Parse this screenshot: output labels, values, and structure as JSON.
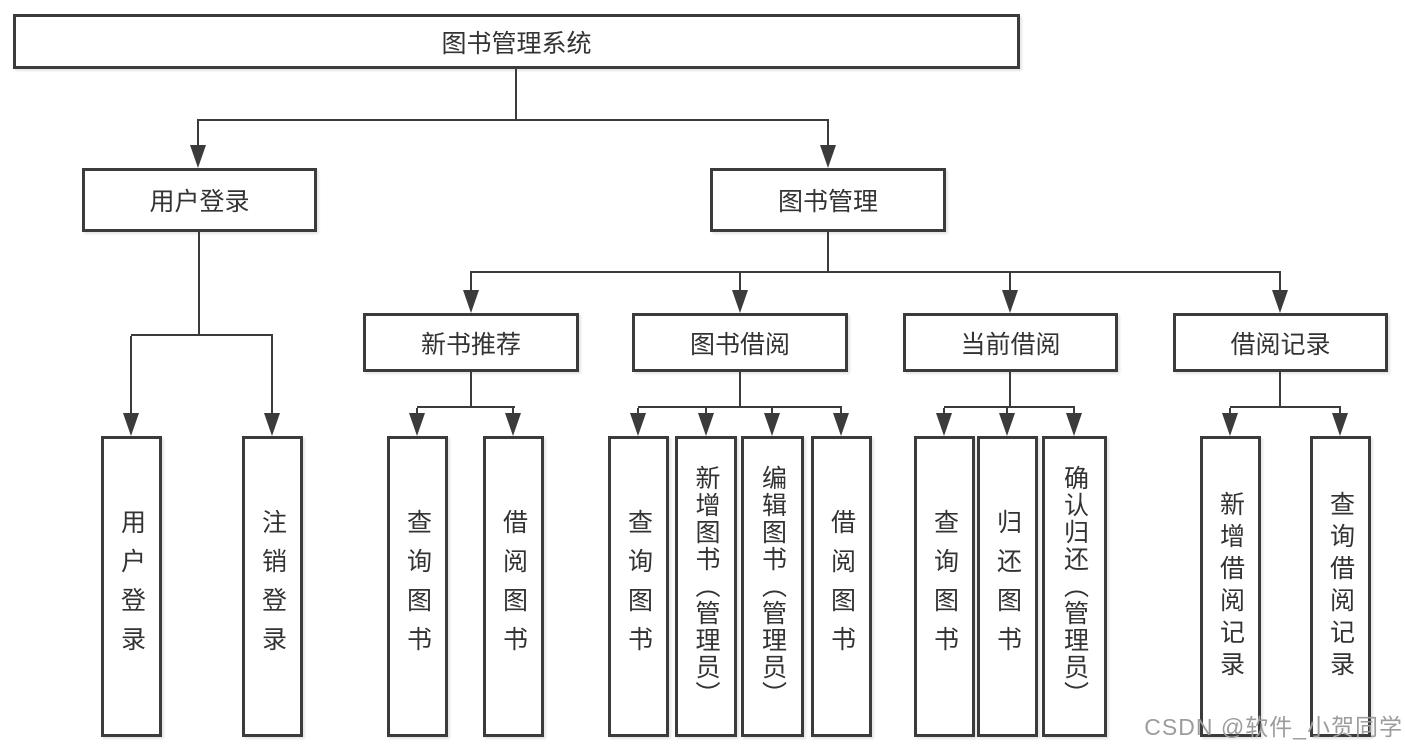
{
  "title": "图书管理系统",
  "tree": {
    "root": "图书管理系统",
    "branches": [
      {
        "label": "用户登录",
        "children": [
          "用户登录",
          "注销登录"
        ]
      },
      {
        "label": "图书管理",
        "sections": [
          {
            "label": "新书推荐",
            "children": [
              "查询图书",
              "借阅图书"
            ]
          },
          {
            "label": "图书借阅",
            "children": [
              "查询图书",
              "新增图书（管理员）",
              "编辑图书（管理员）",
              "借阅图书"
            ]
          },
          {
            "label": "当前借阅",
            "children": [
              "查询图书",
              "归还图书",
              "确认归还（管理员）"
            ]
          },
          {
            "label": "借阅记录",
            "children": [
              "新增借阅记录",
              "查询借阅记录"
            ]
          }
        ]
      }
    ]
  },
  "watermark": "CSDN @软件_小贺同学",
  "colors": {
    "line": "#3b3b3b",
    "box_border": "#3b3b3b",
    "box_fill": "#ffffff",
    "text": "#333333",
    "watermark": "#9c9c9c",
    "background": "#ffffff"
  }
}
